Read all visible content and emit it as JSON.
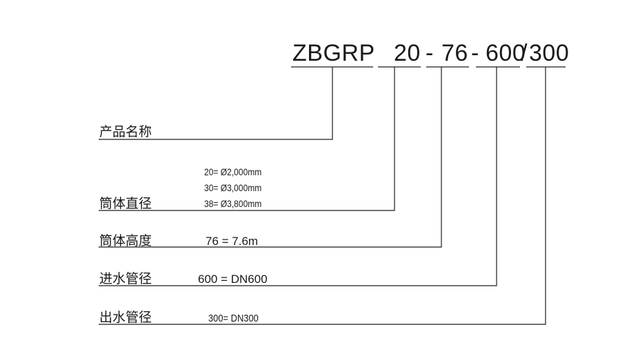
{
  "code": {
    "prefix": "ZBGRP",
    "diameter": "20",
    "dash1": "-",
    "height": "76",
    "dash2": "-",
    "inlet": "600",
    "slash": "/",
    "outlet": "300"
  },
  "rows": [
    {
      "label": "产品名称"
    },
    {
      "label": "筒体直径",
      "options": [
        "20= Ø2,000mm",
        "30= Ø3,000mm",
        "38= Ø3,800mm"
      ]
    },
    {
      "label": "筒体高度",
      "value": "76 = 7.6m"
    },
    {
      "label": "进水管径",
      "value": "600 = DN600"
    },
    {
      "label": "出水管径",
      "value": "300= DN300"
    }
  ],
  "colors": {
    "line": "#1a1a1a",
    "text": "#1a1a1a"
  }
}
